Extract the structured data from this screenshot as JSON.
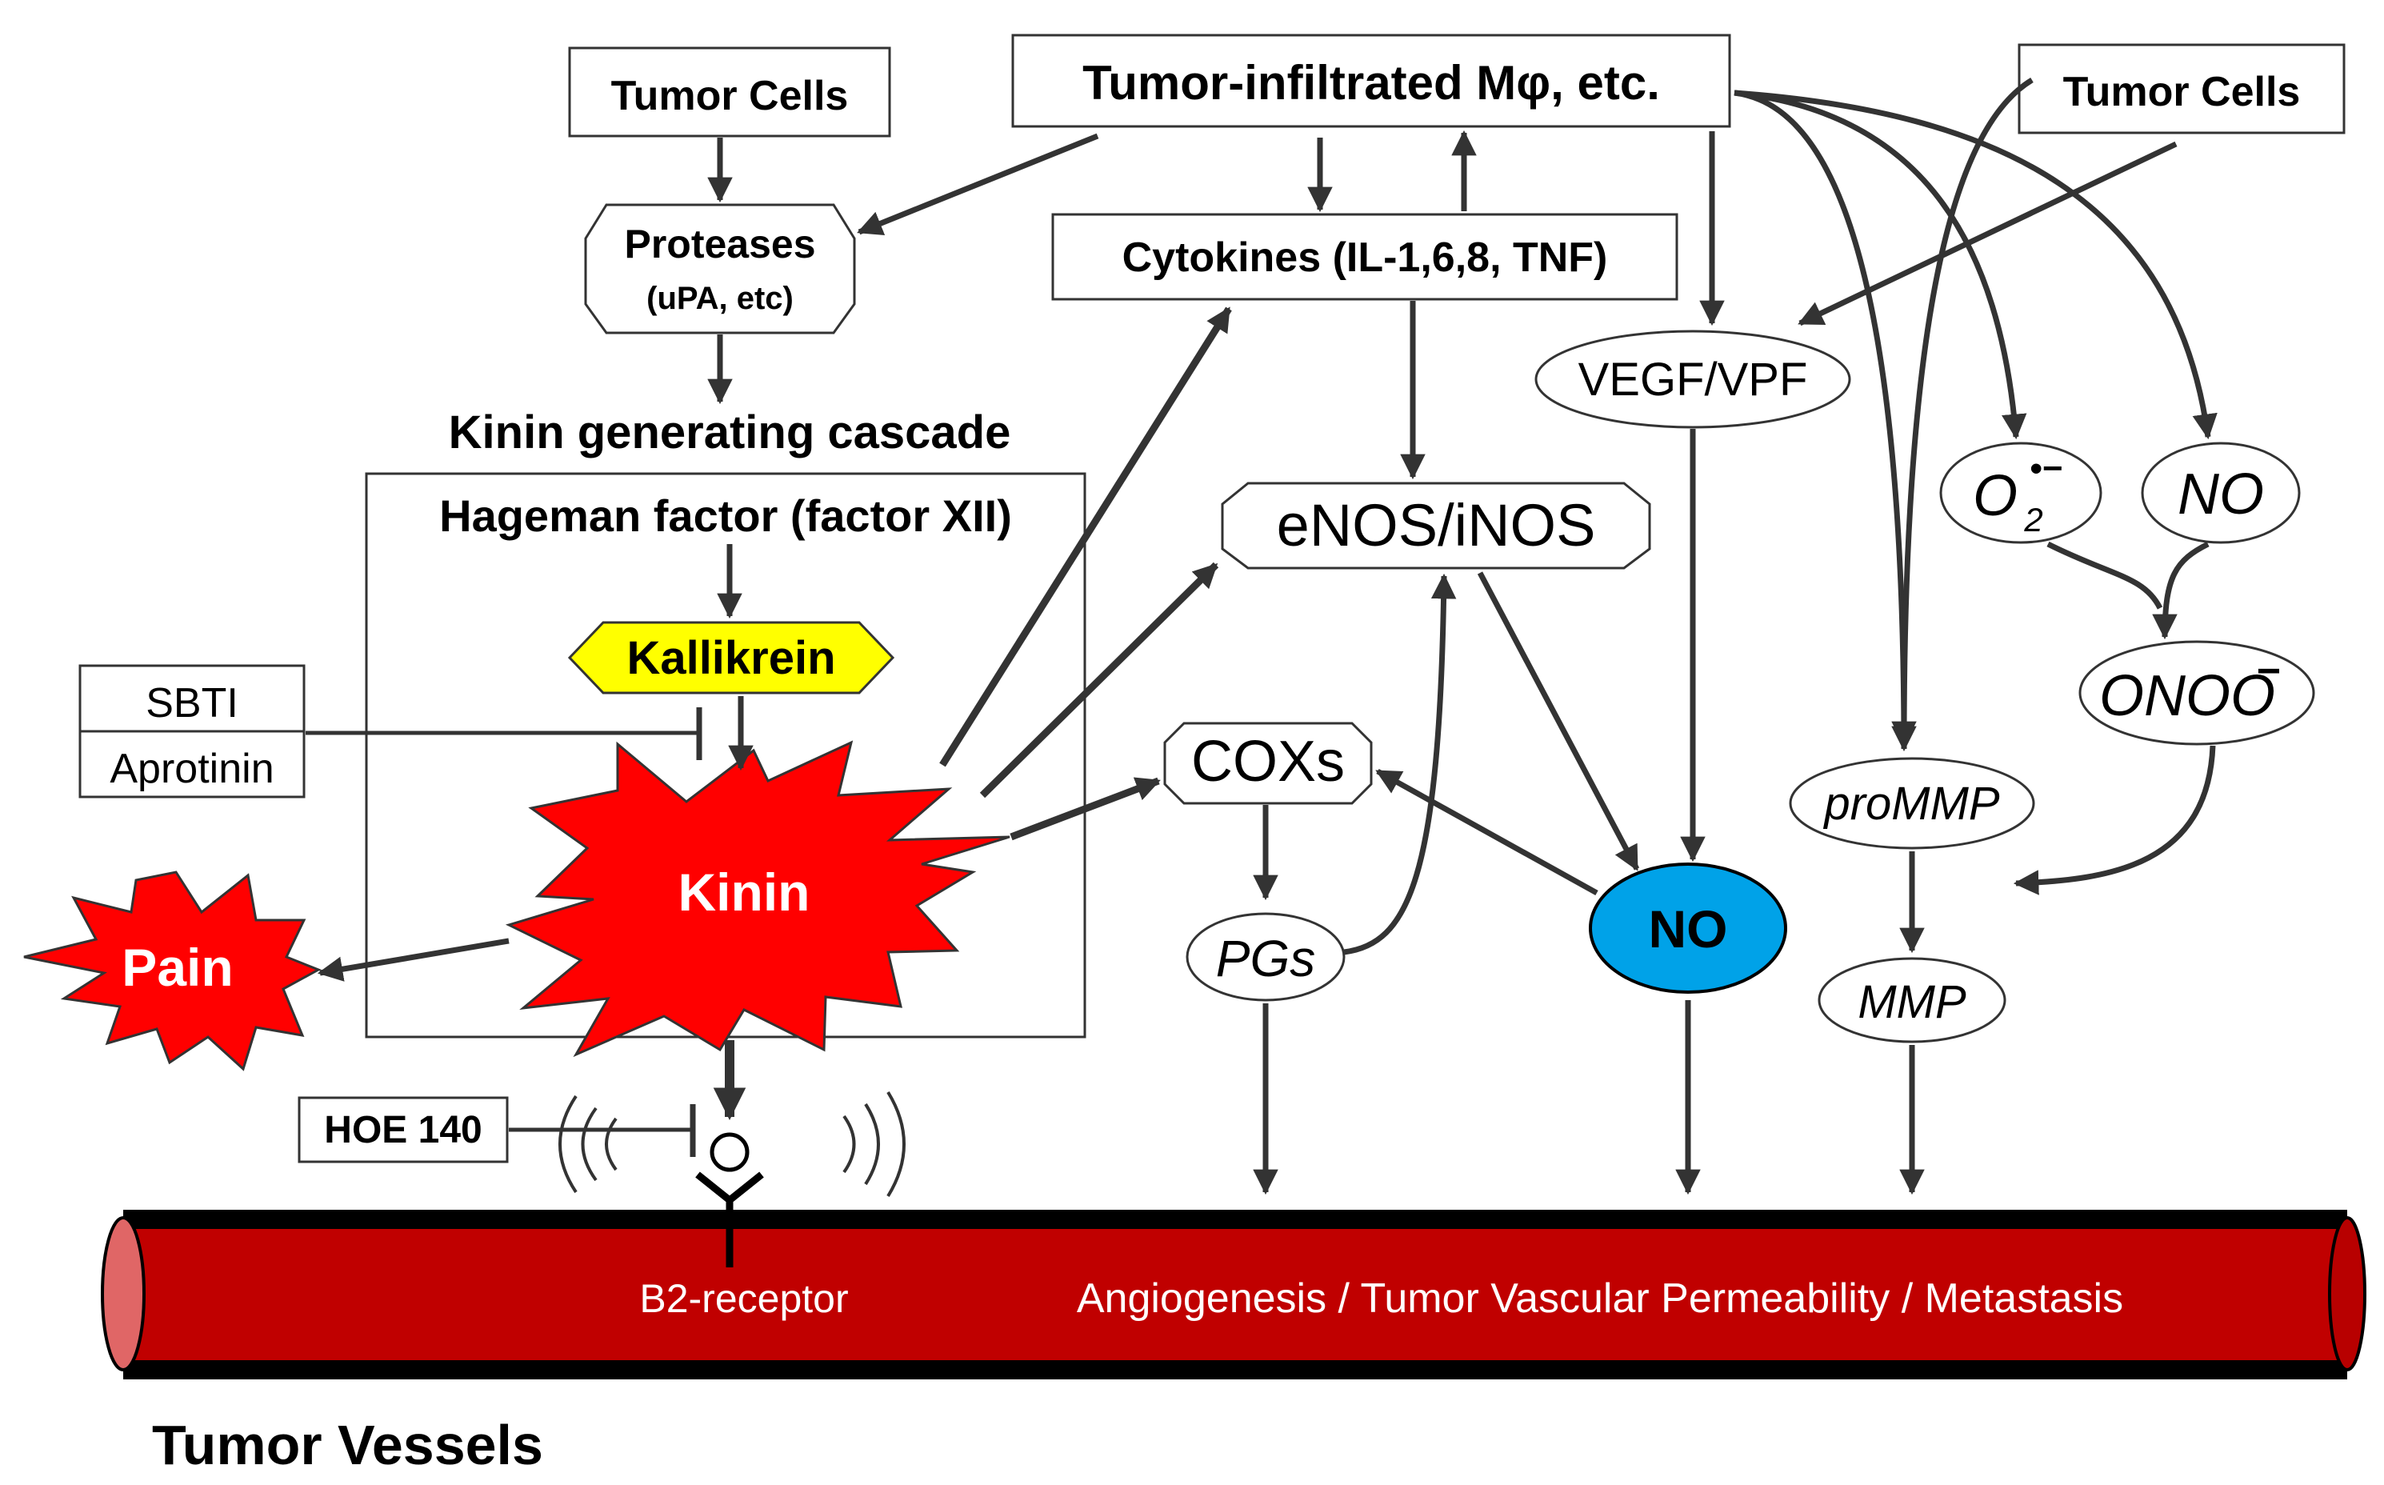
{
  "nodes": {
    "tumor_cells_left": "Tumor Cells",
    "tumor_cells_right": "Tumor Cells",
    "macrophage": "Tumor-infiltrated Mφ, etc.",
    "proteases": "Proteases",
    "proteases_sub": "(uPA, etc)",
    "cytokines": "Cytokines (IL-1,6,8, TNF)",
    "kinin_cascade": "Kinin generating cascade",
    "hageman": "Hageman factor (factor XII)",
    "kallikrein": "Kallikrein",
    "sbti": "SBTI",
    "aprotinin": "Aprotinin",
    "kinin": "Kinin",
    "pain": "Pain",
    "enos": "eNOS/iNOS",
    "coxs": "COXs",
    "pgs": "PGs",
    "vegf": "VEGF/VPF",
    "superoxide": "O",
    "superoxide_sub": "2",
    "superoxide_sup": "•−",
    "no_right": "NO",
    "onoo": "ONOO",
    "onoo_sup": "−",
    "prommp": "proMMP",
    "mmp": "MMP",
    "no_center": "NO",
    "hoe140": "HOE 140",
    "b2_receptor": "B2-receptor",
    "vessel_outcome": "Angiogenesis / Tumor Vascular Permeability / Metastasis",
    "tumor_vessels": "Tumor Vessels"
  },
  "colors": {
    "kallikrein_fill": "#ffff00",
    "kinin_fill": "#ff0000",
    "no_fill": "#00a2e8",
    "vessel_fill": "#c00000",
    "vessel_end": "#e06666",
    "line": "#333333"
  }
}
